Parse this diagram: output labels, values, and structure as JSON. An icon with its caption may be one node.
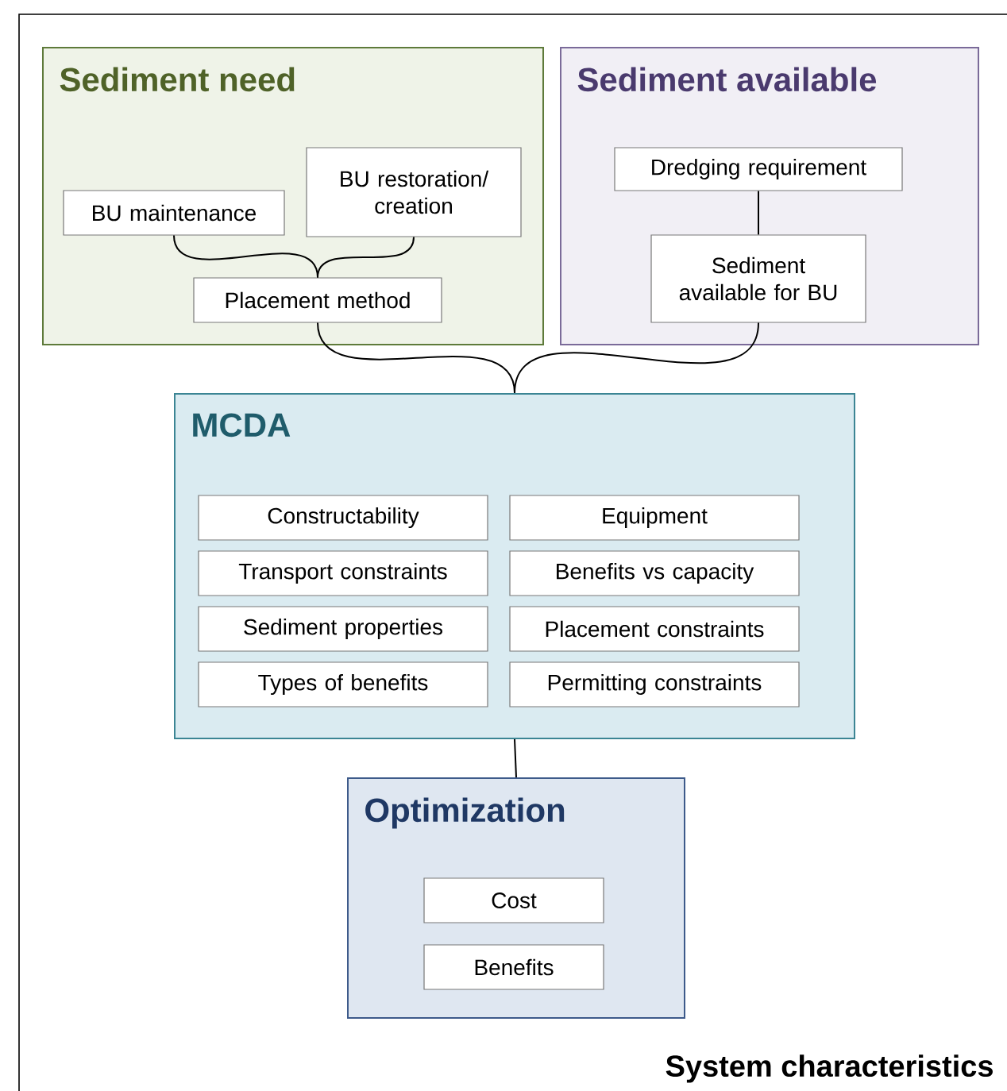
{
  "diagram": {
    "nodes": [
      {
        "text": [
          "Sediment need"
        ]
      },
      {
        "text": [
          "BU maintenance"
        ],
        "in": 0
      },
      {
        "text": [
          "BU restoration/ creation"
        ],
        "in": 0
      },
      {
        "text": [
          "Placement method"
        ],
        "in": 0
      },
      {
        "text": [
          "Sediment available"
        ]
      },
      {
        "text": [
          "Dredging requirement"
        ],
        "in": 4
      },
      {
        "text": [
          "Sediment available for BU"
        ],
        "in": 4
      },
      {
        "text": [
          "MCDA"
        ]
      },
      {
        "text": [
          "Constructability"
        ],
        "in": 7
      },
      {
        "text": [
          "Equipment"
        ],
        "in": 7
      },
      {
        "text": [
          "Transport constraints"
        ],
        "in": 7
      },
      {
        "text": [
          "Benefits vs capacity"
        ],
        "in": 7
      },
      {
        "text": [
          "Sediment properties"
        ],
        "in": 7
      },
      {
        "text": [
          "Placement constraints"
        ],
        "in": 7
      },
      {
        "text": [
          "Types of benefits"
        ],
        "in": 7
      },
      {
        "text": [
          "Permitting constraints"
        ],
        "in": 7
      },
      {
        "text": [
          "Optimization"
        ]
      },
      {
        "text": [
          "Cost"
        ],
        "in": 16
      },
      {
        "text": [
          "Benefits"
        ],
        "in": 16
      }
    ],
    "edges": [
      {
        "from": 1,
        "to": 3,
        "arrow": "none"
      },
      {
        "from": 2,
        "to": 3,
        "arrow": "none"
      },
      {
        "from": 5,
        "to": 6,
        "arrow": "none"
      },
      {
        "from": 3,
        "to": 7,
        "arrow": "none"
      },
      {
        "from": 6,
        "to": 7,
        "arrow": "none"
      },
      {
        "from": 7,
        "to": 16,
        "arrow": "none"
      }
    ],
    "labels": [
      "System characteristics"
    ]
  }
}
